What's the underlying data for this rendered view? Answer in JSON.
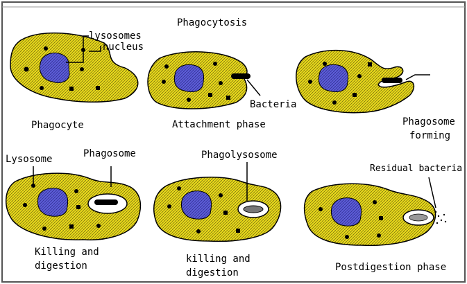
{
  "title": "Phagocytosis",
  "colors": {
    "cytoplasm": "#e8d81a",
    "nucleus": "#5c5cd6",
    "outline": "#000000",
    "background": "#ffffff"
  },
  "panels": [
    {
      "caption": "Phagocyte",
      "labels": [
        "lysosomes",
        "nucleus"
      ]
    },
    {
      "caption": "Attachment phase",
      "labels": [
        "Bacteria"
      ]
    },
    {
      "caption_lines": [
        "Phagosome",
        "forming"
      ]
    },
    {
      "caption_lines": [
        "Killing and",
        "digestion"
      ],
      "labels": [
        "Lysosome",
        "Phagosome"
      ]
    },
    {
      "caption_lines": [
        "killing and",
        "digestion"
      ],
      "labels": [
        "Phagolysosome"
      ]
    },
    {
      "caption": "Postdigestion phase",
      "labels": [
        "Residual bacteria"
      ]
    }
  ]
}
